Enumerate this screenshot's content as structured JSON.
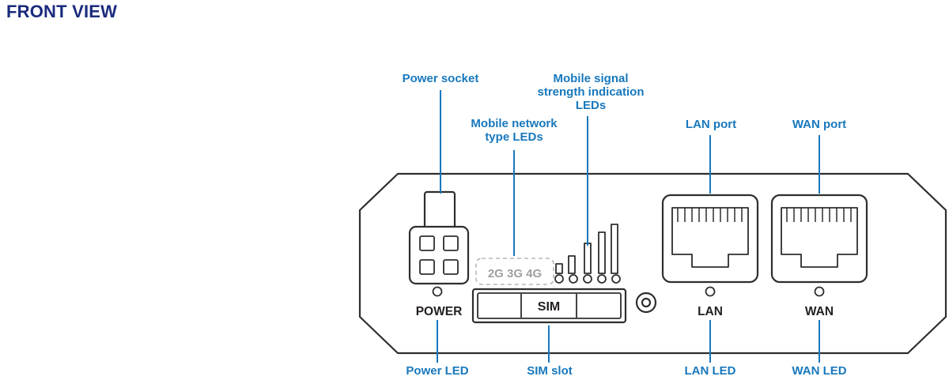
{
  "page": {
    "title": "FRONT VIEW"
  },
  "colors": {
    "title": "#1a2b7d",
    "callout_label": "#1878bd",
    "leader_line": "#1878bd",
    "drawing_outline": "#2e2e2e",
    "muted_text": "#9d9fa2"
  },
  "callouts": {
    "top": [
      {
        "id": "power-socket",
        "label": "Power socket"
      },
      {
        "id": "mobile-network-type-leds",
        "label": "Mobile network\ntype LEDs"
      },
      {
        "id": "mobile-signal-strength-leds",
        "label": "Mobile signal\nstrength indication\nLEDs"
      },
      {
        "id": "lan-port",
        "label": "LAN port"
      },
      {
        "id": "wan-port",
        "label": "WAN port"
      }
    ],
    "bottom": [
      {
        "id": "power-led",
        "label": "Power LED"
      },
      {
        "id": "sim-slot",
        "label": "SIM slot"
      },
      {
        "id": "lan-led",
        "label": "LAN LED"
      },
      {
        "id": "wan-led",
        "label": "WAN LED"
      }
    ]
  },
  "device": {
    "power_label": "POWER",
    "sim_label": "SIM",
    "lan_label": "LAN",
    "wan_label": "WAN",
    "network_type_leds": "2G 3G 4G"
  }
}
